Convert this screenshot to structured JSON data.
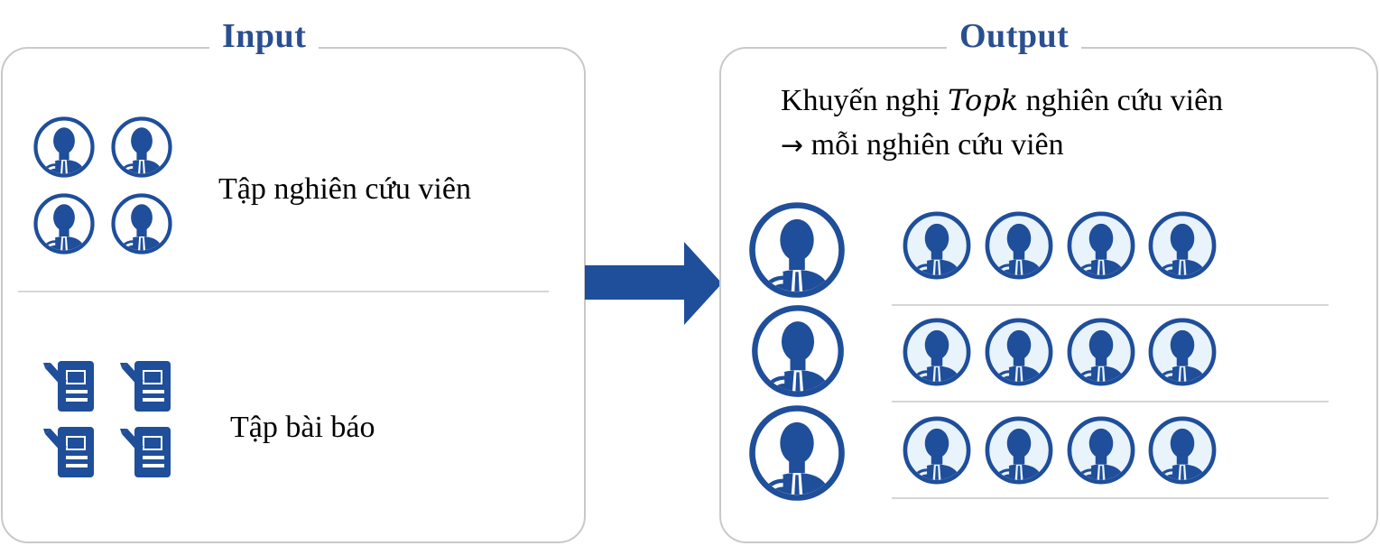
{
  "input": {
    "title": "Input",
    "researcher_set_label": "Tập nghiên cứu viên",
    "paper_set_label": "Tập bài báo"
  },
  "output": {
    "title": "Output",
    "line1_prefix": "Khuyến nghị ",
    "line1_italic": "Topk",
    "line1_suffix": " nghiên cứu viên",
    "line2_arrow": "→",
    "line2_text": " mỗi nghiên cứu viên"
  },
  "icons": {
    "researcher": "researcher-icon",
    "paper": "paper-icon",
    "arrow": "right-arrow"
  },
  "colors": {
    "accent": "#1f4e9a",
    "title": "#2a4f8f",
    "border": "#c9c9c9",
    "rule": "#d6d6d6"
  }
}
